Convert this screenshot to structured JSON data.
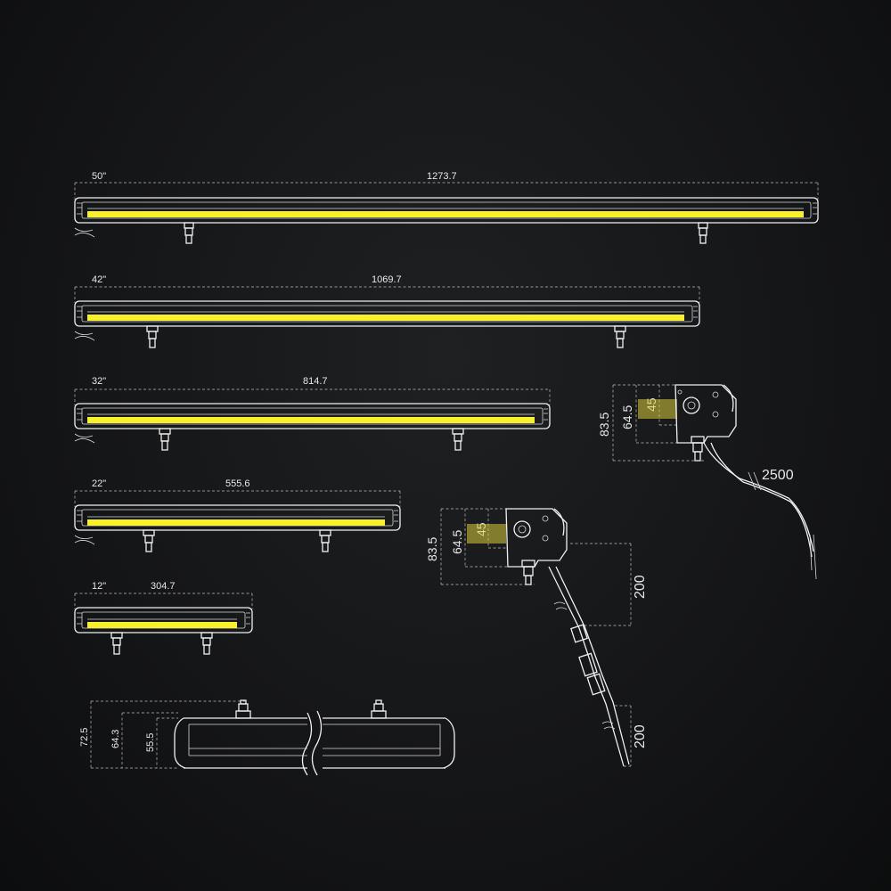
{
  "colors": {
    "background": "#151618",
    "led": "#f7f02a",
    "line": "#f0f0f0"
  },
  "bars": [
    {
      "inch": "50\"",
      "length": "1273.7"
    },
    {
      "inch": "42\"",
      "length": "1069.7"
    },
    {
      "inch": "32\"",
      "length": "814.7"
    },
    {
      "inch": "22\"",
      "length": "555.6"
    },
    {
      "inch": "12\"",
      "length": "304.7"
    }
  ],
  "profile_right": {
    "h_total": "83.5",
    "h_mid": "64.5",
    "h_lens": "45",
    "cable": "2500"
  },
  "profile_left": {
    "h_total": "83.5",
    "h_mid": "64.5",
    "h_lens": "45",
    "cable_a": "200",
    "cable_b": "200"
  },
  "side_view": {
    "h1": "72.5",
    "h2": "64.3",
    "h3": "55.5"
  }
}
